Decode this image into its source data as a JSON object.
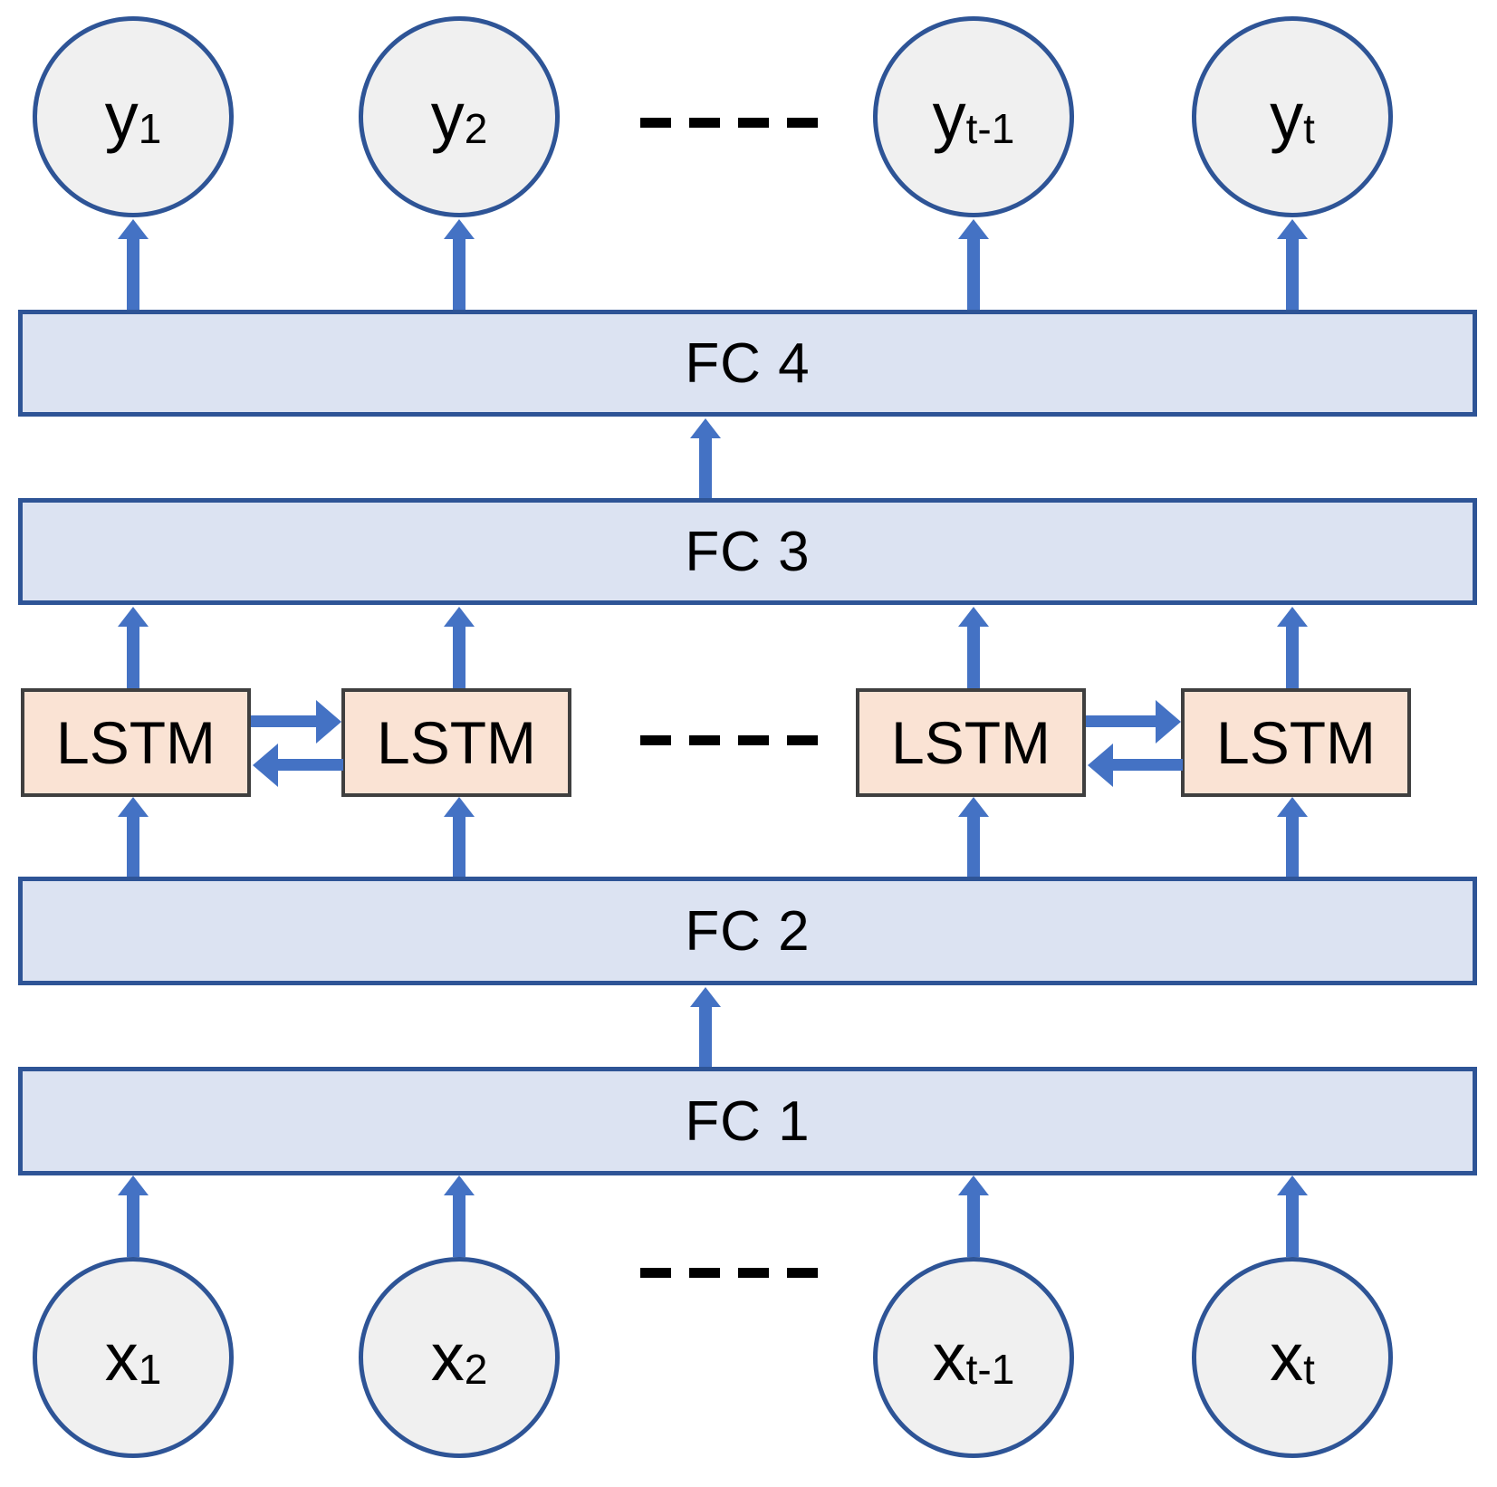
{
  "diagram": {
    "title": "Bidirectional LSTM network architecture",
    "colors": {
      "node_fill": "#f0f0f0",
      "node_stroke": "#2e5496",
      "fc_fill": "#dce3f2",
      "fc_stroke": "#2e5496",
      "lstm_fill": "#fae3d4",
      "lstm_stroke": "#3f3f3f",
      "arrow": "#4472c4",
      "dash": "#000000",
      "background": "#ffffff"
    }
  },
  "output_nodes": [
    {
      "base": "y",
      "sub": "1"
    },
    {
      "base": "y",
      "sub": "2"
    },
    {
      "base": "y",
      "sub": "t-1"
    },
    {
      "base": "y",
      "sub": "t"
    }
  ],
  "input_nodes": [
    {
      "base": "x",
      "sub": "1"
    },
    {
      "base": "x",
      "sub": "2"
    },
    {
      "base": "x",
      "sub": "t-1"
    },
    {
      "base": "x",
      "sub": "t"
    }
  ],
  "fc_layers": [
    {
      "id": "fc4",
      "label": "FC 4"
    },
    {
      "id": "fc3",
      "label": "FC 3"
    },
    {
      "id": "fc2",
      "label": "FC 2"
    },
    {
      "id": "fc1",
      "label": "FC 1"
    }
  ],
  "lstm_cells": [
    {
      "label": "LSTM"
    },
    {
      "label": "LSTM"
    },
    {
      "label": "LSTM"
    },
    {
      "label": "LSTM"
    }
  ],
  "ellipsis": {
    "dash_count": 4,
    "rows": [
      "output-row",
      "lstm-row",
      "input-row"
    ]
  }
}
